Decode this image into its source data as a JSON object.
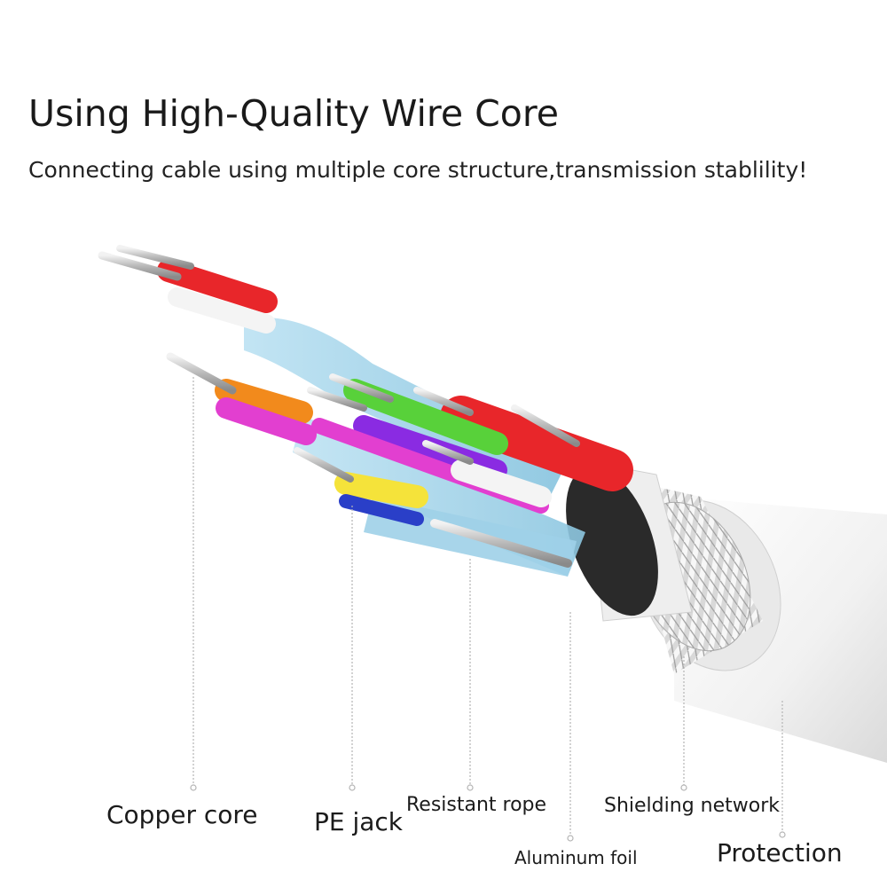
{
  "header": {
    "title": "Using High-Quality Wire Core",
    "subtitle": "Connecting cable using multiple core structure,transmission stablility!"
  },
  "labels": {
    "copper_core": "Copper core",
    "pe_jack": "PE jack",
    "resistant_rope": "Resistant rope",
    "aluminum_foil": "Aluminum foil",
    "shielding_network": "Shielding network",
    "protection": "Protection"
  },
  "colors": {
    "red": "#e8262a",
    "orange": "#f28a1c",
    "magenta": "#e23fd0",
    "green": "#58d13a",
    "purple": "#8a2be2",
    "yellow": "#f5e33a",
    "blue": "#2a3fc8",
    "foil_blue": "#a9d6ec",
    "jacket": "#f4f4f4"
  }
}
